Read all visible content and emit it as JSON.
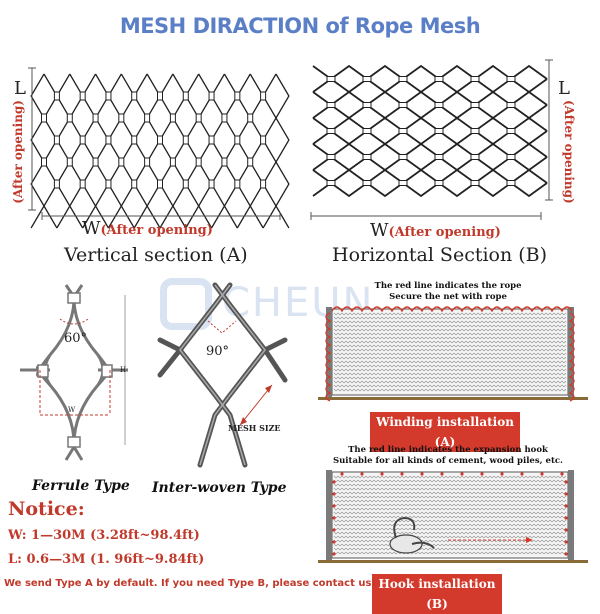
{
  "header": {
    "title": "MESH  DIRACTION of Rope Mesh"
  },
  "vertical": {
    "dim_l": "L",
    "after_opening_vertical": "(After opening)",
    "dim_w": "W",
    "after_opening_horizontal": "(After opening)",
    "section_title": "Vertical section (A)"
  },
  "horizontal": {
    "dim_l": "L",
    "after_opening_vertical": "(After opening)",
    "dim_w": "W",
    "after_opening_horizontal": "(After opening)",
    "section_title": "Horizontal Section (B)"
  },
  "ferrule": {
    "angle": "60°",
    "h_label": "H",
    "w_label": "W",
    "caption": "Ferrule Type"
  },
  "interwoven": {
    "angle": "90°",
    "mesh_size": "MESH SIZE",
    "caption": "Inter-woven Type"
  },
  "watermark": {
    "text": "CHEUN"
  },
  "winding": {
    "note_line1": "The red line indicates the rope",
    "note_line2": "Secure the net with rope",
    "label": "Winding installation (A)"
  },
  "hook": {
    "note_line1": "The red line indicates the expansion hook",
    "note_line2": "Suitable for all kinds of cement, wood piles, etc.",
    "label": "Hook installation (B)"
  },
  "notice": {
    "title": "Notice:",
    "w_range": "W: 1—30M (3.28ft~98.4ft)",
    "l_range": "L: 0.6—3M (1. 96ft~9.84ft)",
    "footer": "We send Type A by default. If you need Type B, please contact us!"
  },
  "colors": {
    "title": "#5b7fc6",
    "accent_red": "#d33a2c",
    "mesh": "#222222"
  }
}
